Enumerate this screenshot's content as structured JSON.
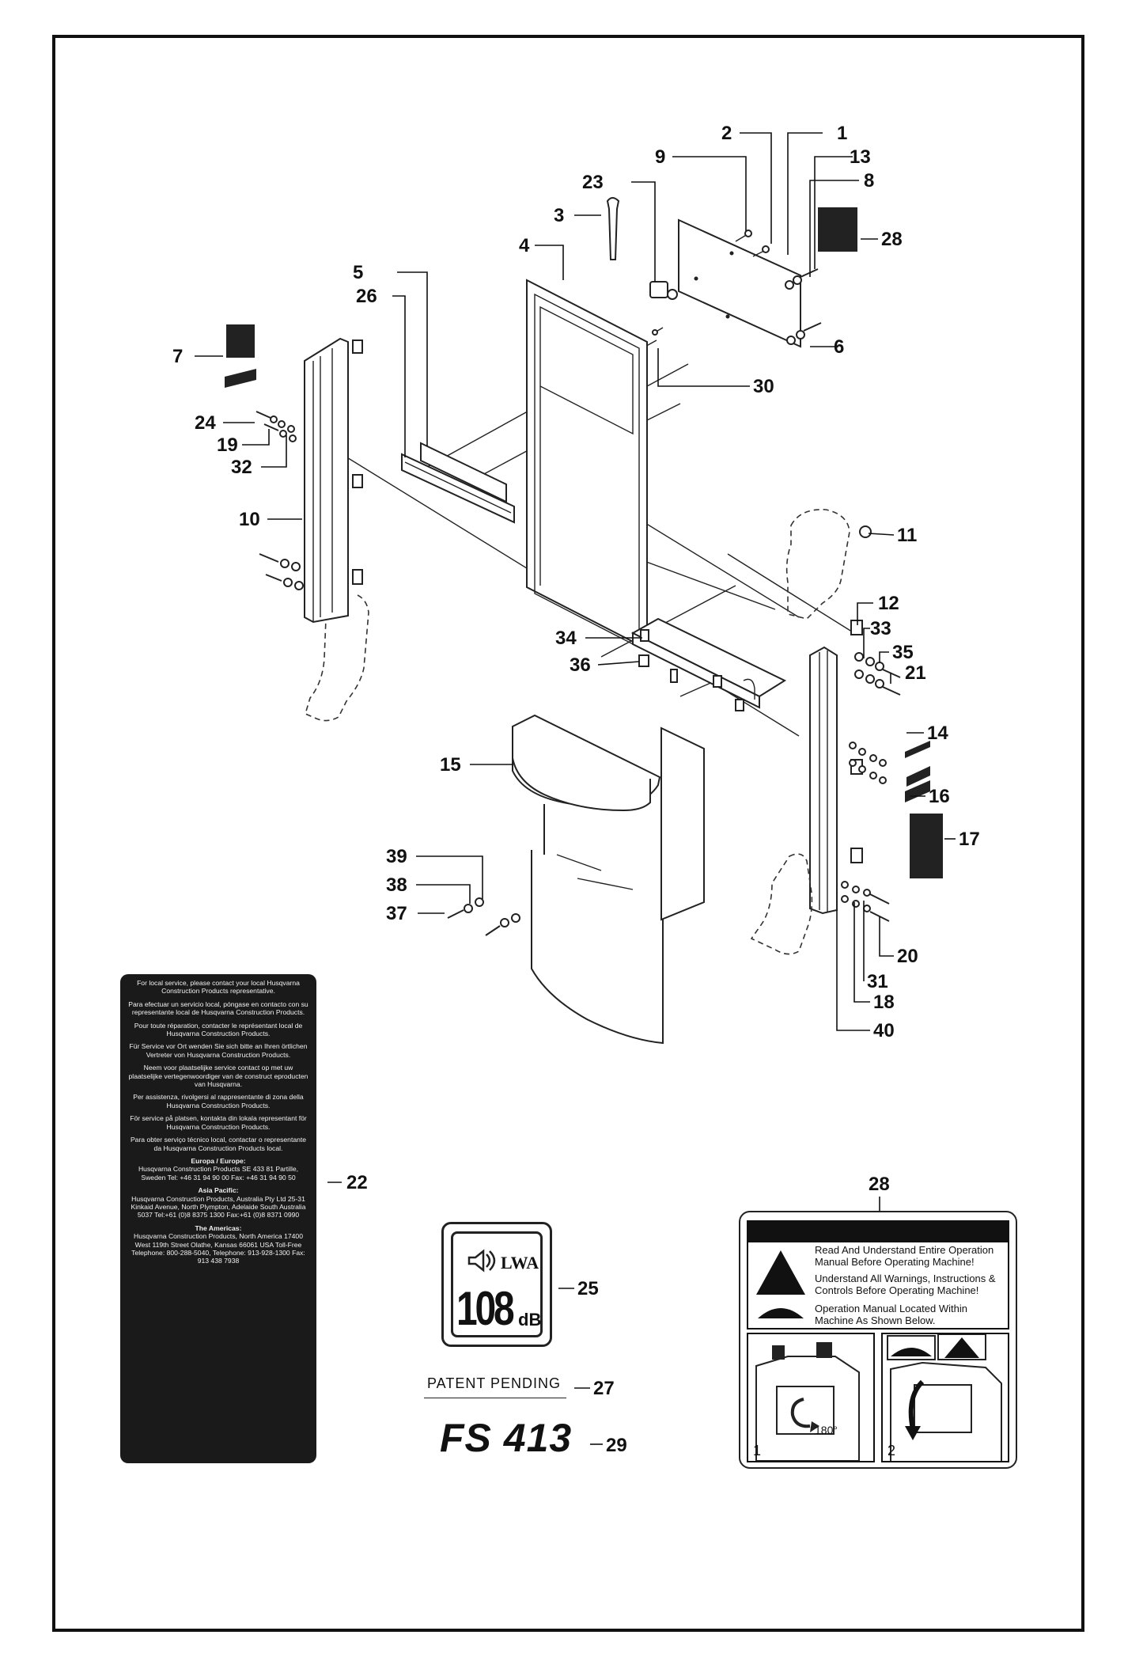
{
  "callouts": {
    "c1": "1",
    "c2": "2",
    "c3": "3",
    "c4": "4",
    "c5": "5",
    "c6": "6",
    "c7": "7",
    "c8": "8",
    "c9": "9",
    "c10": "10",
    "c11": "11",
    "c12": "12",
    "c13": "13",
    "c14": "14",
    "c15": "15",
    "c16": "16",
    "c17": "17",
    "c18": "18",
    "c19": "19",
    "c20": "20",
    "c21": "21",
    "c22": "22",
    "c23": "23",
    "c24": "24",
    "c25": "25",
    "c26": "26",
    "c27": "27",
    "c28a": "28",
    "c28b": "28",
    "c29": "29",
    "c30": "30",
    "c31": "31",
    "c32": "32",
    "c33": "33",
    "c34": "34",
    "c35": "35",
    "c36": "36",
    "c37": "37",
    "c38": "38",
    "c39": "39",
    "c40": "40"
  },
  "service_decal": {
    "p1": "For local service, please contact your local Husqvarna Construction Products representative.",
    "p2": "Para efectuar un servicio local, póngase en contacto con su representante local de Husqvarna Construction Products.",
    "p3": "Pour toute réparation, contacter le représentant local de Husqvarna Construction Products.",
    "p4": "Für Service vor Ort wenden Sie sich bitte an Ihren örtlichen Vertreter von Husqvarna Construction Products.",
    "p5": "Neem voor plaatselijke service contact op met uw plaatselijke vertegenwoordiger van de construct eproducten van Husqvarna.",
    "p6": "Per assistenza, rivolgersi al rappresentante di zona della Husqvarna Construction Products.",
    "p7": "För service på platsen, kontakta din lokala representant för Husqvarna Construction Products.",
    "p8": "Para obter serviço técnico local, contactar o representante da Husqvarna Construction Products local.",
    "europe_title": "Europa / Europe:",
    "europe_lines": "Husqvarna Construction Products SE 433 81 Partille, Sweden Tel: +46 31 94 90 00 Fax: +46 31 94 90 50",
    "asia_title": "Asia Pacific:",
    "asia_lines": "Husqvarna Construction Products, Australia Pty Ltd 25-31 Kinkaid Avenue, North Plympton, Adelaide South Australia 5037 Tel:+61 (0)8 8375 1300 Fax:+61 (0)8 8371 0990",
    "americas_title": "The Americas:",
    "americas_lines": "Husqvarna Construction Products, North America 17400 West 119th Street Olathe, Kansas 66061 USA Toll-Free Telephone: 800-288-5040, Telephone: 913-928-1300 Fax: 913 438 7938"
  },
  "sound_decal": {
    "lwa": "LWA",
    "value": "108",
    "unit": "dB"
  },
  "patent": "PATENT PENDING",
  "model": "FS 413",
  "warning_decal": {
    "msg1": "Read And Understand Entire Operation Manual Before Operating Machine!",
    "msg2": "Understand All Warnings, Instructions & Controls Before Operating Machine!",
    "msg3": "Operation Manual Located Within Machine As Shown Below.",
    "step1": "1",
    "step2": "2",
    "rotation": "180°"
  }
}
